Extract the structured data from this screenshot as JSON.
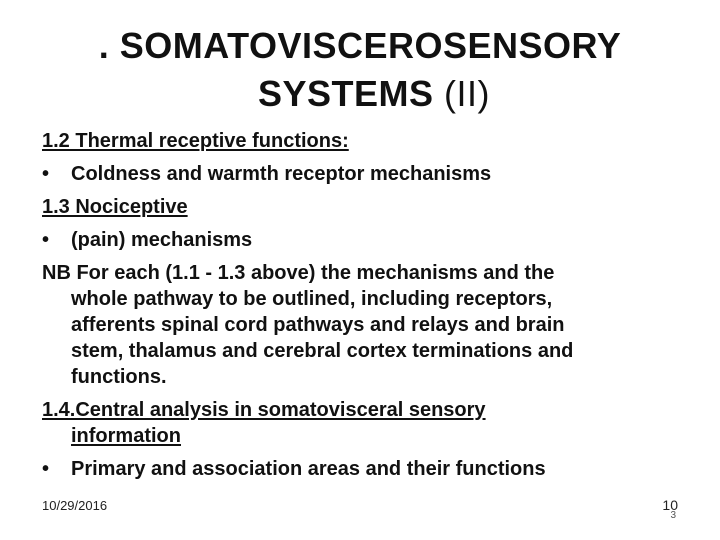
{
  "title": {
    "line1": ". SOMATOVISCEROSENSORY",
    "line2_bold": "SYSTEMS",
    "line2_light": " (II)"
  },
  "content": {
    "heading_1_2": "1.2 Thermal receptive functions:",
    "bullet_glyph": "•",
    "bullet_1": "Coldness and warmth receptor mechanisms",
    "heading_1_3": "1.3 Nociceptive",
    "bullet_2": "(pain) mechanisms",
    "nb_tag": "NB",
    "nb_lines": [
      " For each (1.1 - 1.3 above) the mechanisms and the",
      "whole pathway to be outlined, including receptors,",
      "afferents spinal cord pathways and relays and brain",
      "stem, thalamus and cerebral cortex terminations and",
      "functions."
    ],
    "heading_1_4_line1": "1.4.Central analysis in somatovisceral sensory",
    "heading_1_4_line2": "information",
    "bullet_3": "Primary and association areas and their functions"
  },
  "footer": {
    "date": "10/29/2016",
    "page": "10",
    "sub": "3"
  }
}
